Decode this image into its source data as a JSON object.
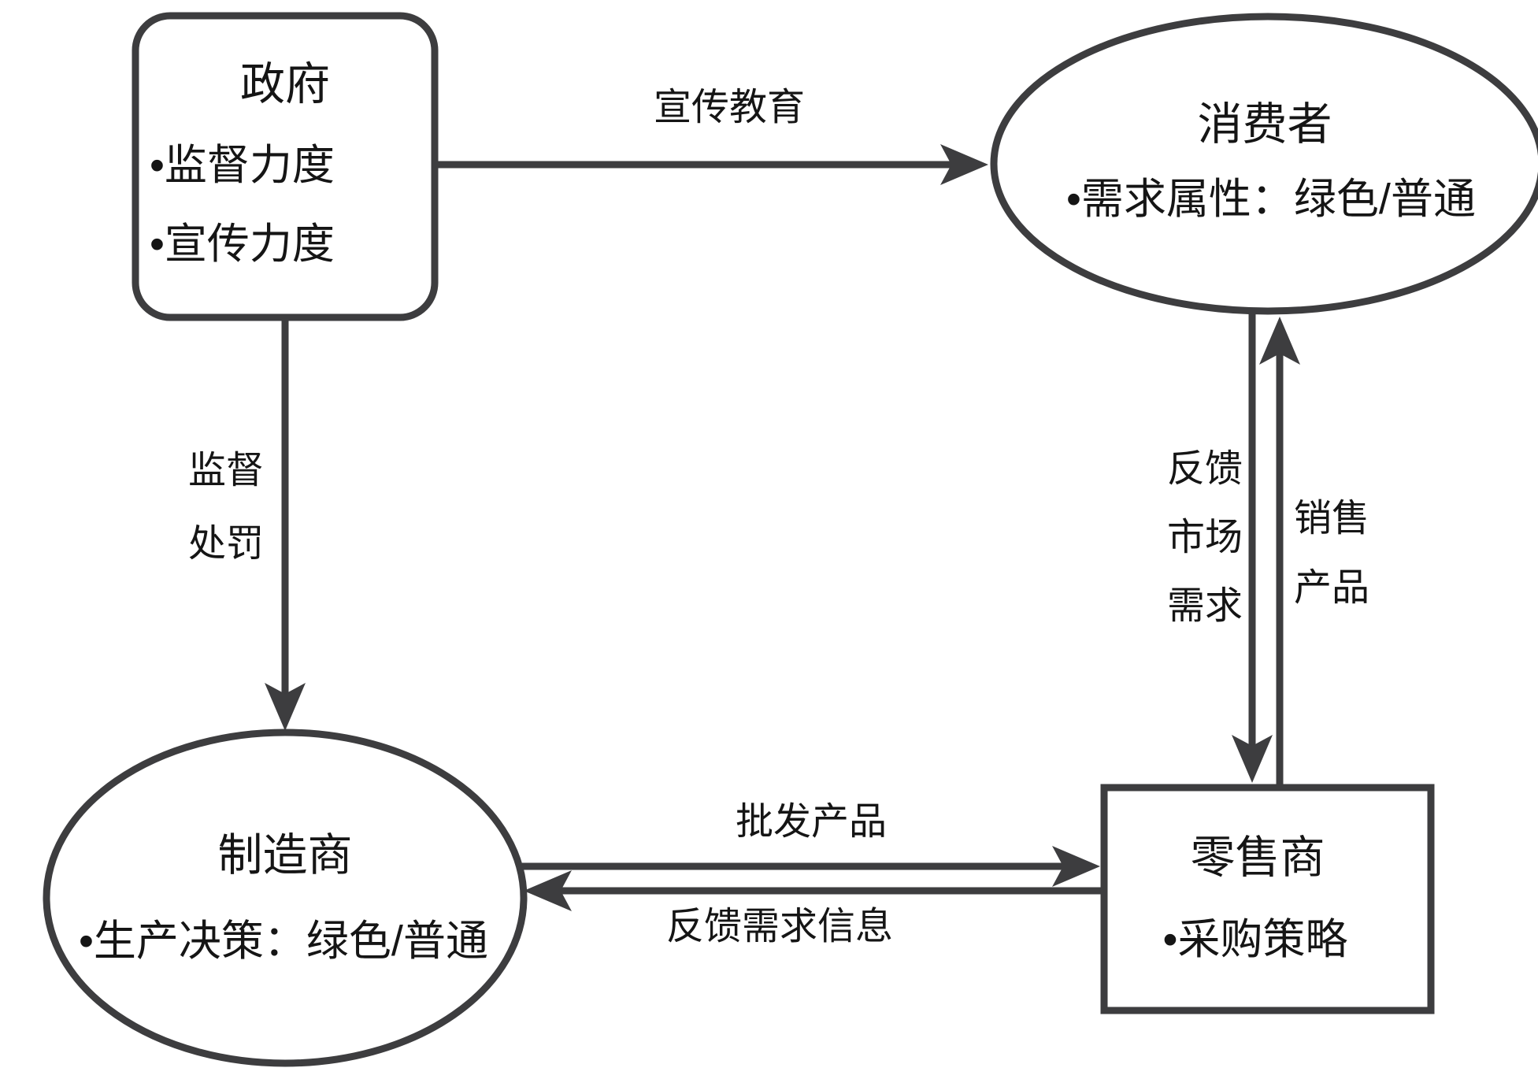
{
  "diagram": {
    "background": "#ffffff",
    "stroke_color": "#3d3d3f",
    "text_color": "#151515",
    "nodes": {
      "government": {
        "shape": "rounded-rectangle",
        "title": "政府",
        "bullets": [
          "•监督力度",
          "•宣传力度"
        ]
      },
      "consumer": {
        "shape": "ellipse",
        "title": "消费者",
        "bullets": [
          "•需求属性：绿色/普通"
        ]
      },
      "manufacturer": {
        "shape": "ellipse",
        "title": "制造商",
        "bullets": [
          "•生产决策：绿色/普通"
        ]
      },
      "retailer": {
        "shape": "rectangle",
        "title": "零售商",
        "bullets": [
          "•采购策略"
        ]
      }
    },
    "edges": {
      "government_to_consumer": {
        "from": "政府",
        "to": "消费者",
        "direction": "right",
        "label": "宣传教育"
      },
      "government_to_manufacturer": {
        "from": "政府",
        "to": "制造商",
        "direction": "down",
        "label_lines": [
          "监督",
          "处罚"
        ]
      },
      "consumer_to_retailer": {
        "from": "消费者",
        "to": "零售商",
        "direction": "down",
        "label_lines": [
          "反馈",
          "市场",
          "需求"
        ]
      },
      "retailer_to_consumer": {
        "from": "零售商",
        "to": "消费者",
        "direction": "up",
        "label_lines": [
          "销售",
          "产品"
        ]
      },
      "manufacturer_to_retailer": {
        "from": "制造商",
        "to": "零售商",
        "direction": "right",
        "label": "批发产品"
      },
      "retailer_to_manufacturer": {
        "from": "零售商",
        "to": "制造商",
        "direction": "left",
        "label": "反馈需求信息"
      }
    }
  }
}
